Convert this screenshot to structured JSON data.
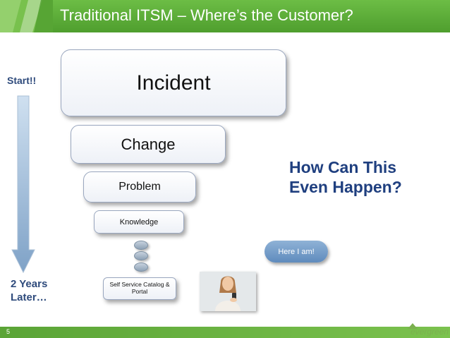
{
  "title": "Traditional ITSM – Where’s the Customer?",
  "start_label": "Start!!",
  "later_label": "2 Years Later…",
  "boxes": {
    "incident": "Incident",
    "change": "Change",
    "problem": "Problem",
    "knowledge": "Knowledge",
    "catalog": "Self Service Catalog & Portal"
  },
  "question": "How Can This Even Happen?",
  "bubble": "Here I am!",
  "page_number": "5",
  "logo": "evergreen",
  "colors": {
    "header_green": "#5aa436",
    "question_blue": "#1f3f7f",
    "label_blue": "#2f4b7c",
    "arrow_blue": "#8fb2d6"
  },
  "icons": [
    "down-arrow-icon",
    "ellipsis-dots-icon",
    "evergreen-logo-icon"
  ]
}
